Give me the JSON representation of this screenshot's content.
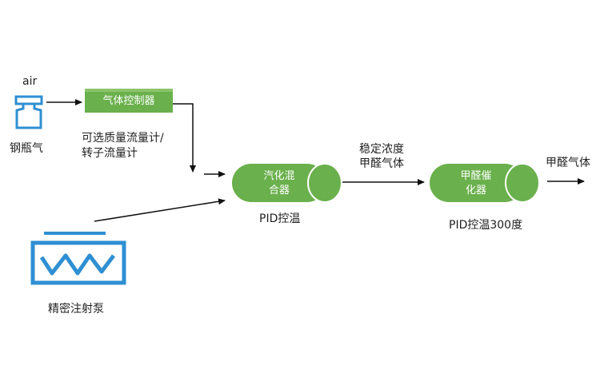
{
  "labels": {
    "air": "air",
    "cylinder": "钢瓶气",
    "gas_controller": "气体控制器",
    "flowmeter_line1": "可选质量流量计/",
    "flowmeter_line2": "转子流量计",
    "syringe_pump": "精密注射泵",
    "mixer_line1": "汽化混",
    "mixer_line2": "合器",
    "mixer_pid": "PID控温",
    "stable_line1": "稳定浓度",
    "stable_line2": "甲醛气体",
    "catalyst_line1": "甲醛催",
    "catalyst_line2": "化器",
    "catalyst_pid": "PID控温300度",
    "output": "甲醛气体"
  },
  "colors": {
    "green": "#6ab04c",
    "green_dark": "#5a9a3e",
    "blue": "#2f8fd3",
    "arrow": "#111111"
  },
  "icons": [
    "gas-cylinder-icon",
    "syringe-pump-icon"
  ]
}
